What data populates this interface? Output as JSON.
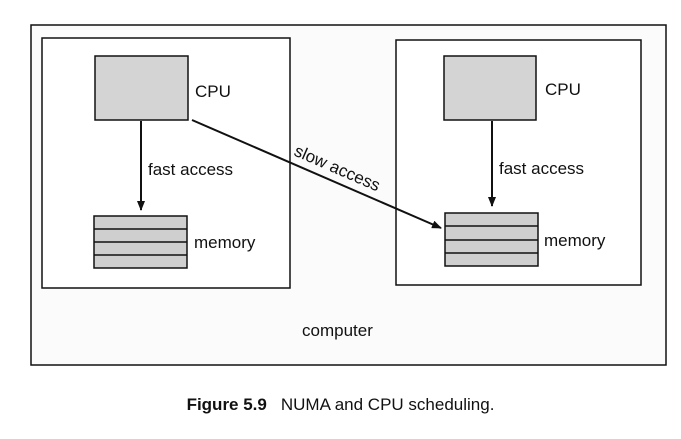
{
  "figure": {
    "label": "Figure 5.9",
    "title": "NUMA and CPU scheduling."
  },
  "diagram": {
    "outer_label": "computer",
    "left_node": {
      "cpu_label": "CPU",
      "link_label": "fast access",
      "memory_label": "memory"
    },
    "right_node": {
      "cpu_label": "CPU",
      "link_label": "fast access",
      "memory_label": "memory"
    },
    "cross_link_label": "slow access"
  },
  "colors": {
    "cpu_fill": "#d4d4d4",
    "memory_fill": "#cfcfcf",
    "stroke": "#111111",
    "outer_fill": "#fbfbfb"
  }
}
